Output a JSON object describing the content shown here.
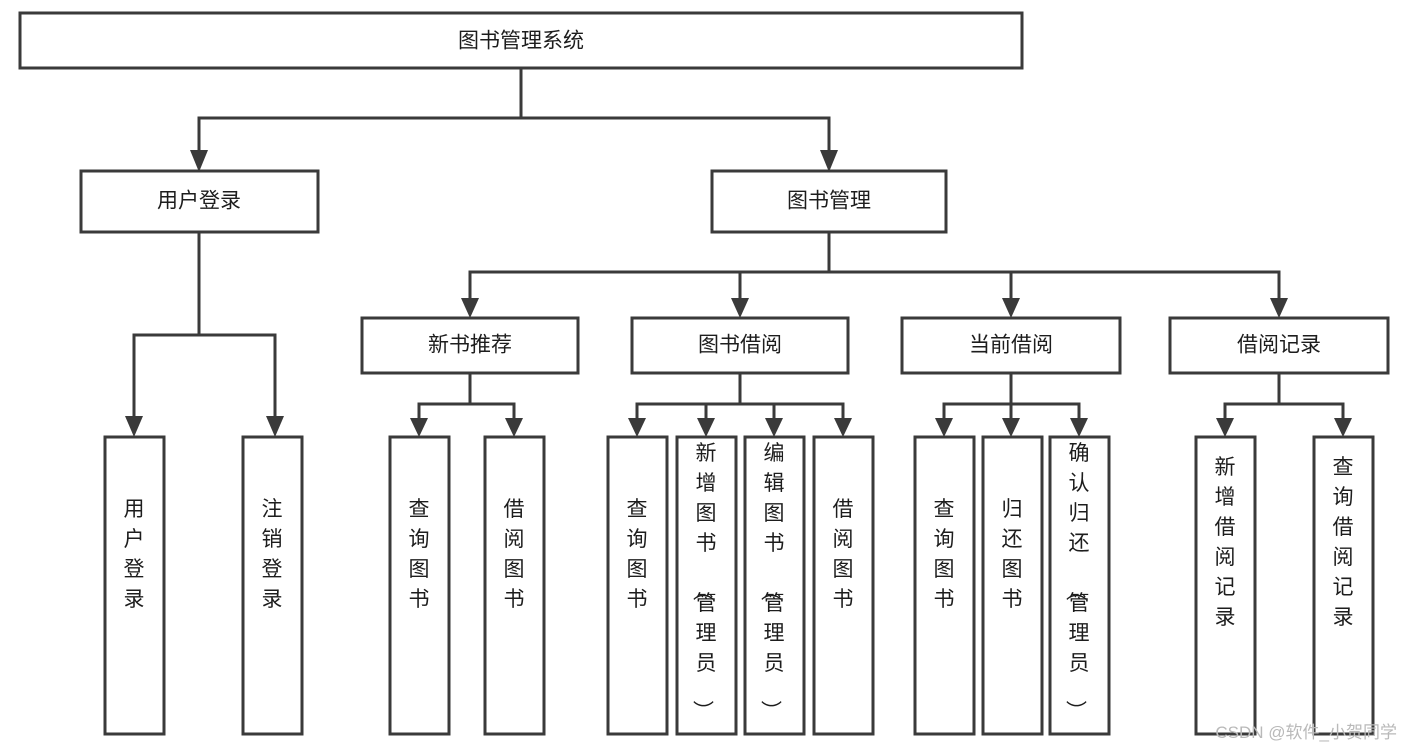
{
  "diagram": {
    "title": "图书管理系统",
    "type": "tree",
    "watermark": "CSDN @软件_小贺同学",
    "colors": {
      "stroke": "#3a3a3a",
      "fill": "#ffffff",
      "text": "#1d1d1d",
      "watermark": "#b9b9b9",
      "background": "#ffffff"
    },
    "levels": {
      "root": "图书管理系统",
      "level2": [
        "用户登录",
        "图书管理"
      ],
      "level3": [
        "新书推荐",
        "图书借阅",
        "当前借阅",
        "借阅记录"
      ]
    },
    "nodes": {
      "root": {
        "label": "图书管理系统",
        "orientation": "horizontal",
        "level": 1
      },
      "user_login": {
        "label": "用户登录",
        "orientation": "horizontal",
        "level": 2
      },
      "book_manage": {
        "label": "图书管理",
        "orientation": "horizontal",
        "level": 2
      },
      "new_book_rec": {
        "label": "新书推荐",
        "orientation": "horizontal",
        "level": 3
      },
      "book_borrow": {
        "label": "图书借阅",
        "orientation": "horizontal",
        "level": 3
      },
      "current_borrow": {
        "label": "当前借阅",
        "orientation": "horizontal",
        "level": 3
      },
      "borrow_record": {
        "label": "借阅记录",
        "orientation": "horizontal",
        "level": 3
      },
      "leaf_user_login": {
        "label": "用户登录",
        "orientation": "vertical",
        "level": 3,
        "parent": "用户登录"
      },
      "leaf_logout": {
        "label": "注销登录",
        "orientation": "vertical",
        "level": 3,
        "parent": "用户登录"
      },
      "leaf_query_book_1": {
        "label": "查询图书",
        "orientation": "vertical",
        "level": 4,
        "parent": "新书推荐"
      },
      "leaf_borrow_book_1": {
        "label": "借阅图书",
        "orientation": "vertical",
        "level": 4,
        "parent": "新书推荐"
      },
      "leaf_query_book_2": {
        "label": "查询图书",
        "orientation": "vertical",
        "level": 4,
        "parent": "图书借阅"
      },
      "leaf_add_book": {
        "label": "新增图书（管理员）",
        "orientation": "vertical",
        "level": 4,
        "parent": "图书借阅"
      },
      "leaf_edit_book": {
        "label": "编辑图书（管理员）",
        "orientation": "vertical",
        "level": 4,
        "parent": "图书借阅"
      },
      "leaf_borrow_book_2": {
        "label": "借阅图书",
        "orientation": "vertical",
        "level": 4,
        "parent": "图书借阅"
      },
      "leaf_query_book_3": {
        "label": "查询图书",
        "orientation": "vertical",
        "level": 4,
        "parent": "当前借阅"
      },
      "leaf_return_book": {
        "label": "归还图书",
        "orientation": "vertical",
        "level": 4,
        "parent": "当前借阅"
      },
      "leaf_confirm_return": {
        "label": "确认归还（管理员）",
        "orientation": "vertical",
        "level": 4,
        "parent": "当前借阅"
      },
      "leaf_add_record": {
        "label": "新增借阅记录",
        "orientation": "vertical",
        "level": 4,
        "parent": "借阅记录"
      },
      "leaf_query_record": {
        "label": "查询借阅记录",
        "orientation": "vertical",
        "level": 4,
        "parent": "借阅记录"
      }
    }
  }
}
